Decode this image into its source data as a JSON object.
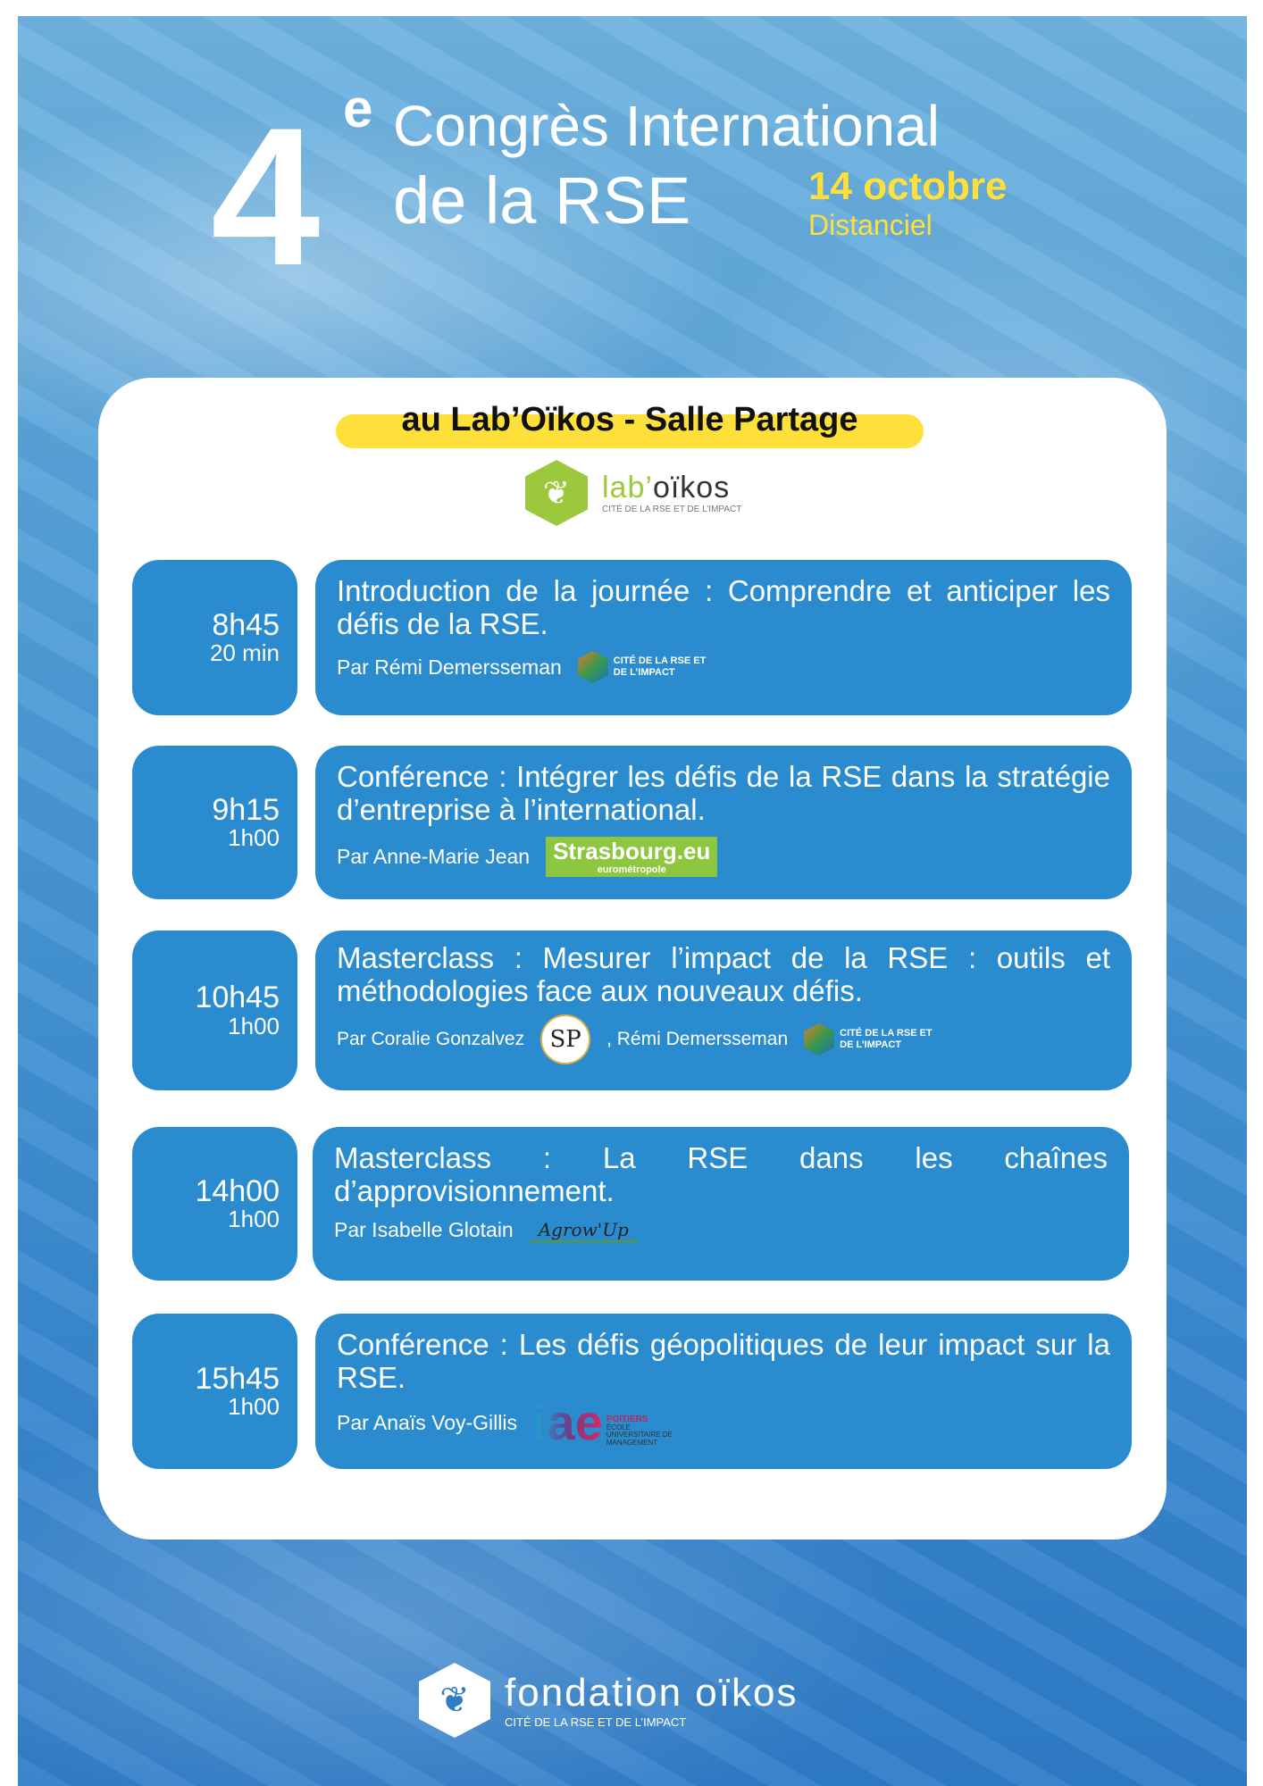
{
  "header": {
    "ordinal": "4",
    "ordinal_suffix": "e",
    "title_line1": "Congrès International",
    "title_line2": "de la RSE",
    "date": "14 octobre",
    "mode": "Distanciel"
  },
  "venue": {
    "label": "au Lab’Oïkos - Salle Partage",
    "logo_prefix": "lab’",
    "logo_name": "oïkos",
    "logo_sub": "CITÉ DE LA RSE ET DE L’IMPACT"
  },
  "sessions": [
    {
      "time": "8h45",
      "duration": "20 min",
      "title": "Introduction de la journée : Comprendre et anticiper les défis de la RSE.",
      "speaker": "Par Rémi Demersseman",
      "logo": "CITÉ DE LA RSE ET DE L’IMPACT"
    },
    {
      "time": "9h15",
      "duration": "1h00",
      "title": "Conférence : Intégrer les défis de la RSE dans la stratégie d’entreprise à l’international.",
      "speaker": "Par Anne-Marie Jean",
      "logo": "Strasbourg.eu",
      "logo_sub": "eurométropole"
    },
    {
      "time": "10h45",
      "duration": "1h00",
      "title": "Masterclass : Mesurer l’impact de la RSE : outils et méthodologies face aux nouveaux défis.",
      "speaker": "Par Coralie Gonzalvez",
      "logo": "SP",
      "speaker2": ", Rémi Demersseman",
      "logo2": "CITÉ DE LA RSE ET DE L’IMPACT"
    },
    {
      "time": "14h00",
      "duration": "1h00",
      "title": "Masterclass : La RSE dans les chaînes d’approvisionnement.",
      "speaker": "Par Isabelle Glotain",
      "logo": "Agrow'Up"
    },
    {
      "time": "15h45",
      "duration": "1h00",
      "title": "Conférence : Les défis géopolitiques de leur impact sur la RSE.",
      "speaker": "Par Anaïs Voy-Gillis",
      "logo": "iae",
      "logo_sub1": "POITIERS",
      "logo_sub2": "ÉCOLE UNIVERSITAIRE DE MANAGEMENT"
    }
  ],
  "footer": {
    "name": "fondation oïkos",
    "sub": "CITÉ DE LA RSE ET DE L’IMPACT"
  }
}
